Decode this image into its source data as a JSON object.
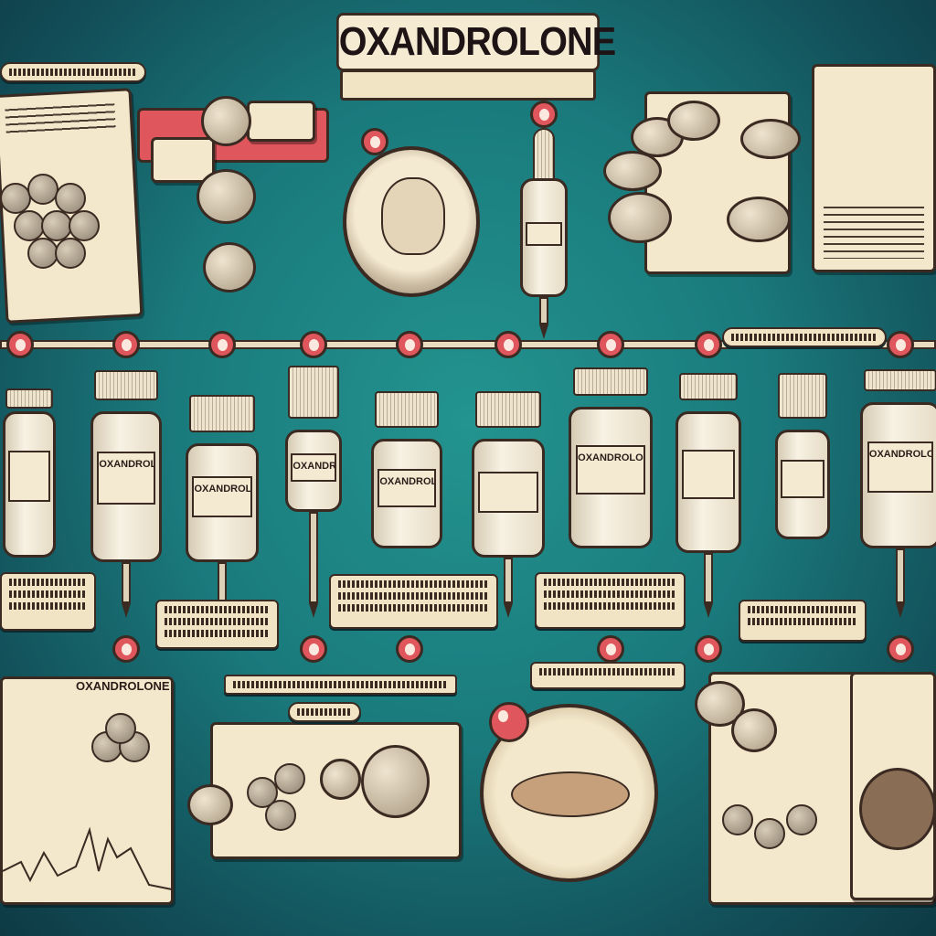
{
  "header": {
    "title": "OXANDROLONE"
  },
  "vials": [
    {
      "label": ""
    },
    {
      "label": "OXANDROLONE"
    },
    {
      "label": "OXANDROLONE"
    },
    {
      "label": "OXANDROLONE"
    },
    {
      "label": "OXANDROLONE"
    },
    {
      "label": ""
    },
    {
      "label": "OXANDROLONE"
    },
    {
      "label": ""
    },
    {
      "label": ""
    },
    {
      "label": "OXANDROLONE"
    }
  ],
  "panels": {
    "bottom_left_title": "OXANDROLONE"
  },
  "colors": {
    "background": "#1a7a7c",
    "accent": "#e0565d",
    "paper": "#f3e8cc",
    "ink": "#3a2a22"
  }
}
